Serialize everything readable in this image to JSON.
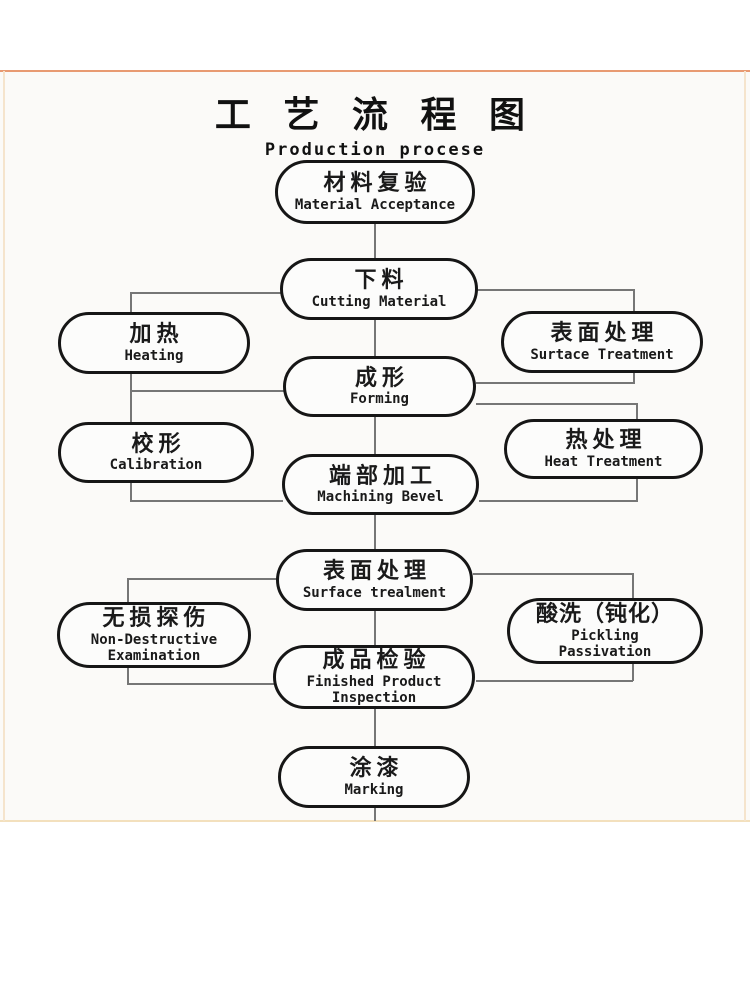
{
  "colors": {
    "line": "#767676",
    "node-border": "#161616",
    "frame-top": "#e89a72",
    "frame-bottom": "#f3e0bd",
    "frame-side": "#f5e4cd"
  },
  "title": {
    "zh": "工 艺 流 程 图",
    "en": "Production procese"
  },
  "nodes": [
    {
      "id": "material-acceptance",
      "zh": "材料复验",
      "en1": "Material Acceptance"
    },
    {
      "id": "cutting-material",
      "zh": "下料",
      "en1": "Cutting Material"
    },
    {
      "id": "heating",
      "zh": "加热",
      "en1": "Heating"
    },
    {
      "id": "surface-treatment-1",
      "zh": "表面处理",
      "en1": "Surtace Treatment"
    },
    {
      "id": "forming",
      "zh": "成形",
      "en1": "Forming"
    },
    {
      "id": "calibration",
      "zh": "校形",
      "en1": "Calibration"
    },
    {
      "id": "heat-treatment",
      "zh": "热处理",
      "en1": "Heat Treatment"
    },
    {
      "id": "machining-bevel",
      "zh": "端部加工",
      "en1": "Machining Bevel"
    },
    {
      "id": "surface-treatment-2",
      "zh": "表面处理",
      "en1": "Surface trealment"
    },
    {
      "id": "non-destructive",
      "zh": "无损探伤",
      "en1": "Non-Destructive",
      "en2": "Examination"
    },
    {
      "id": "pickling",
      "zh": "酸洗（钝化）",
      "en1": "Pickling",
      "en2": "Passivation"
    },
    {
      "id": "finished-inspection",
      "zh": "成品检验",
      "en1": "Finished Product",
      "en2": "Inspection"
    },
    {
      "id": "marking",
      "zh": "涂漆",
      "en1": "Marking"
    }
  ]
}
